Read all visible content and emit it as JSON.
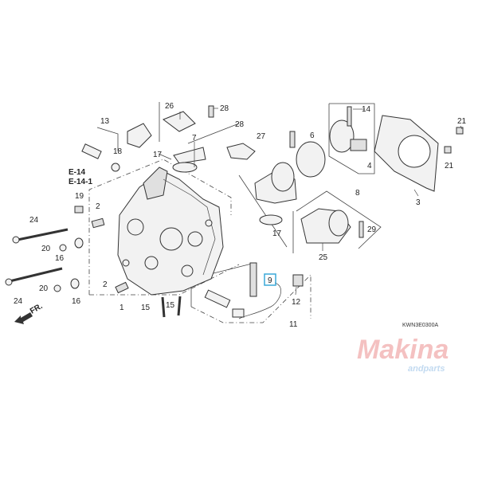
{
  "diagram_code": "KWN3E0300A",
  "reference_labels": [
    "E-14",
    "E-14-1"
  ],
  "direction_label": "FR.",
  "highlighted_part": "9",
  "highlight_color": "#3aa8d8",
  "labels": [
    "26",
    "28",
    "13",
    "18",
    "17",
    "7",
    "19",
    "2",
    "24",
    "20",
    "16",
    "2",
    "24",
    "20",
    "16",
    "1",
    "15",
    "15",
    "28",
    "27",
    "6",
    "14",
    "4",
    "8",
    "21",
    "21",
    "3",
    "17",
    "29",
    "25",
    "9",
    "12",
    "11"
  ],
  "watermark": {
    "brand": "Makina",
    "sub": "andparts",
    "brand_color": "#e87878",
    "sub_color": "#7aaee0"
  }
}
